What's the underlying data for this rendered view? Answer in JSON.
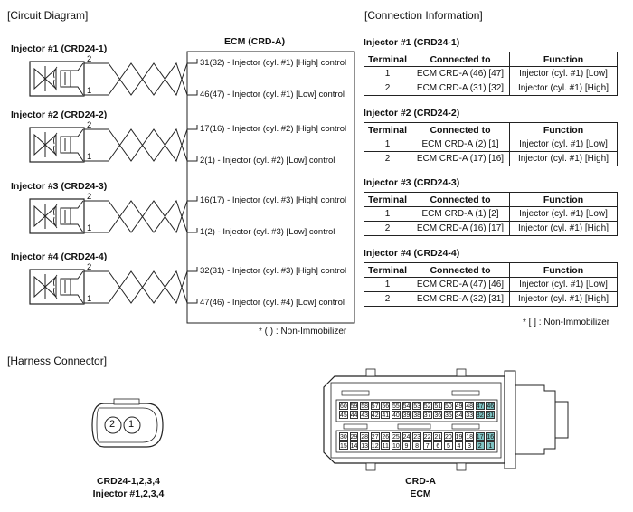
{
  "headers": {
    "circuit": "[Circuit Diagram]",
    "connection": "[Connection Information]",
    "harness": "[Harness Connector]"
  },
  "ecm_title": "ECM (CRD-A)",
  "injectors": [
    {
      "name": "Injector #1 (CRD24-1)",
      "pin_hi": "2",
      "pin_lo": "1",
      "high": "31(32) - Injector (cyl. #1) [High] control",
      "low": "46(47) - Injector (cyl. #1) [Low] control"
    },
    {
      "name": "Injector #2 (CRD24-2)",
      "pin_hi": "2",
      "pin_lo": "1",
      "high": "17(16) - Injector (cyl. #2) [High] control",
      "low": "2(1) - Injector (cyl. #2) [Low] control"
    },
    {
      "name": "Injector #3 (CRD24-3)",
      "pin_hi": "2",
      "pin_lo": "1",
      "high": "16(17) - Injector (cyl. #3) [High] control",
      "low": "1(2) - Injector (cyl. #3) [Low] control"
    },
    {
      "name": "Injector #4 (CRD24-4)",
      "pin_hi": "2",
      "pin_lo": "1",
      "high": "32(31) - Injector (cyl. #3) [High] control",
      "low": "47(46) - Injector (cyl. #4) [Low] control"
    }
  ],
  "note_circuit": "* (   ) : Non-Immobilizer",
  "table_headers": {
    "terminal": "Terminal",
    "connected": "Connected to",
    "function": "Function"
  },
  "tables": [
    {
      "title": "Injector #1 (CRD24-1)",
      "rows": [
        [
          "1",
          "ECM CRD-A (46) [47]",
          "Injector (cyl. #1) [Low]"
        ],
        [
          "2",
          "ECM CRD-A (31) [32]",
          "Injector (cyl. #1) [High]"
        ]
      ]
    },
    {
      "title": "Injector #2 (CRD24-2)",
      "rows": [
        [
          "1",
          "ECM CRD-A (2) [1]",
          "Injector (cyl. #1) [Low]"
        ],
        [
          "2",
          "ECM CRD-A (17) [16]",
          "Injector (cyl. #1) [High]"
        ]
      ]
    },
    {
      "title": "Injector #3 (CRD24-3)",
      "rows": [
        [
          "1",
          "ECM CRD-A (1) [2]",
          "Injector (cyl. #1) [Low]"
        ],
        [
          "2",
          "ECM CRD-A (16) [17]",
          "Injector (cyl. #1) [High]"
        ]
      ]
    },
    {
      "title": "Injector #4 (CRD24-4)",
      "rows": [
        [
          "1",
          "ECM CRD-A (47) [46]",
          "Injector (cyl. #1) [Low]"
        ],
        [
          "2",
          "ECM CRD-A (32) [31]",
          "Injector (cyl. #1) [High]"
        ]
      ]
    }
  ],
  "note_table": "* [   ] : Non-Immobilizer",
  "connector_small": {
    "pins": [
      "2",
      "1"
    ],
    "caption1": "CRD24-1,2,3,4",
    "caption2": "Injector #1,2,3,4"
  },
  "connector_ecm": {
    "row1": [
      "60",
      "59",
      "58",
      "57",
      "56",
      "55",
      "54",
      "53",
      "52",
      "51",
      "50",
      "49",
      "48",
      "47",
      "46"
    ],
    "row2": [
      "45",
      "44",
      "43",
      "42",
      "41",
      "40",
      "39",
      "38",
      "37",
      "36",
      "35",
      "34",
      "33",
      "32",
      "31"
    ],
    "row3": [
      "30",
      "29",
      "28",
      "27",
      "26",
      "25",
      "24",
      "23",
      "22",
      "21",
      "20",
      "19",
      "18",
      "17",
      "16"
    ],
    "row4": [
      "15",
      "14",
      "13",
      "12",
      "11",
      "10",
      "9",
      "8",
      "7",
      "6",
      "5",
      "4",
      "3",
      "2",
      "1"
    ],
    "highlighted": [
      "47",
      "46",
      "32",
      "31",
      "17",
      "16",
      "2",
      "1"
    ],
    "caption1": "CRD-A",
    "caption2": "ECM"
  }
}
